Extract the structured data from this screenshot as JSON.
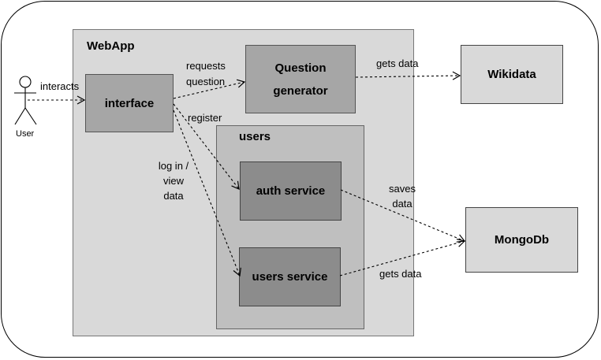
{
  "diagram": {
    "nodes": {
      "webapp": "WebApp",
      "interface": "interface",
      "question_generator": [
        "Question",
        "generator"
      ],
      "users": "users",
      "auth_service": "auth service",
      "users_service": "users service",
      "wikidata": "Wikidata",
      "mongodb": "MongoDb",
      "user": "User"
    },
    "edges": {
      "user_interface": "interacts",
      "interface_question": [
        "requests",
        "question"
      ],
      "interface_auth": "register",
      "interface_users": [
        "log in /",
        "view",
        "data"
      ],
      "question_wikidata": "gets data",
      "auth_mongo": [
        "saves",
        "data"
      ],
      "users_mongo": "gets data"
    }
  }
}
